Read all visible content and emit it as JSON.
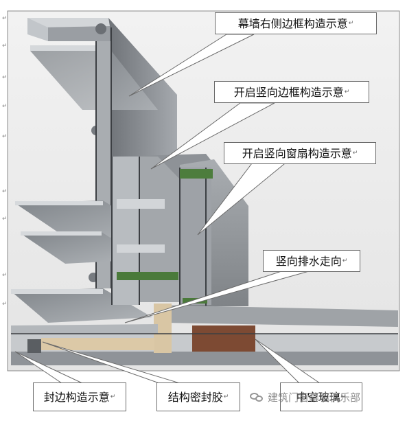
{
  "callouts": {
    "curtain_right_frame": "幕墙右侧边框构造示意",
    "vertical_frame": "开启竖向边框构造示意",
    "vertical_sash": "开启竖向窗扇构造示意",
    "drainage": "竖向排水走向",
    "edge_seal": "封边构造示意",
    "structural_sealant": "结构密封胶",
    "insulating_glass": "中空玻璃"
  },
  "paragraph_mark": "↵",
  "watermark": {
    "icon": "wechat-icon",
    "text": "建筑门窗幕墙俱乐部"
  },
  "colors": {
    "profile_face": "#8f9398",
    "profile_dark": "#5e6267",
    "profile_light": "#c9cdd1",
    "glass": "#b9bcc0",
    "sealant_brown": "#7d4a33",
    "spacer_tan": "#d9c6a4",
    "gasket_green": "#4a7a3a"
  }
}
